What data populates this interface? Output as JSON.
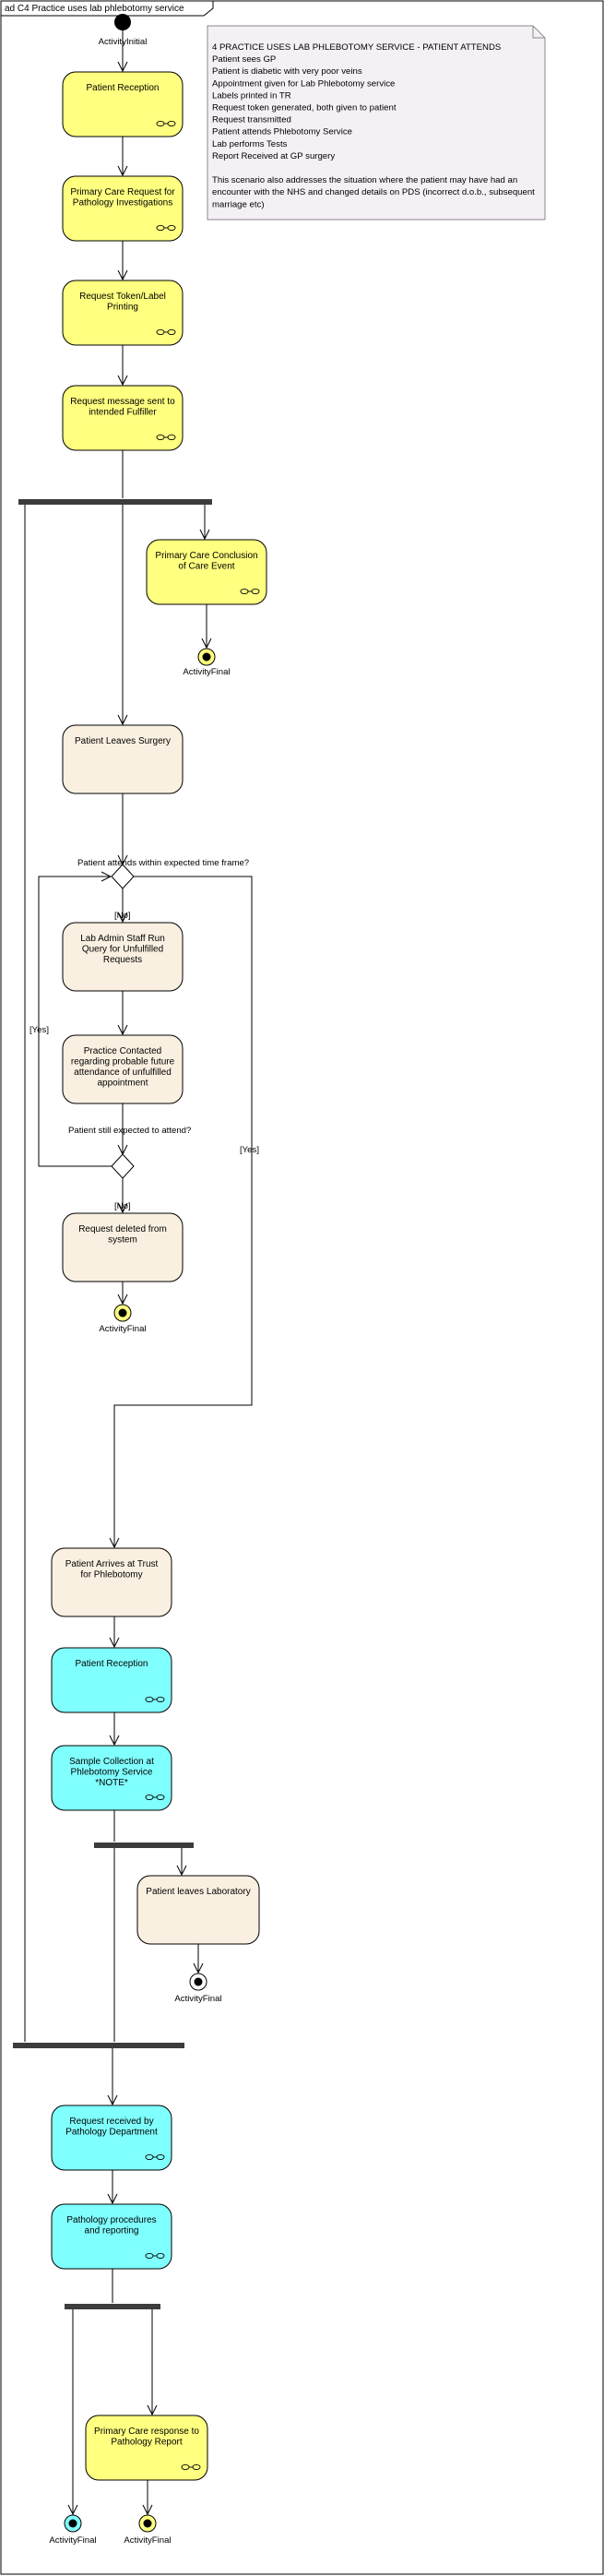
{
  "frame_title": "ad C4 Practice uses lab phlebotomy service",
  "note": {
    "lines": [
      "4 PRACTICE USES LAB PHLEBOTOMY SERVICE - PATIENT ATTENDS",
      "Patient sees GP",
      "Patient is diabetic with very poor veins",
      "Appointment given for Lab Phlebotomy service",
      "Labels printed in TR",
      "Request token generated, both given to patient",
      "Request transmitted",
      "Patient attends Phlebotomy Service",
      "Lab performs Tests",
      "Report Received at GP surgery",
      "",
      "This scenario also addresses the situation where the patient may have had an",
      "encounter with the NHS and changed details on PDS (incorrect d.o.b., subsequent",
      "marriage etc)"
    ]
  },
  "initial_label": "ActivityInitial",
  "final_label": "ActivityFinal",
  "colors": {
    "yellow": "#ffff80",
    "cyan": "#80ffff",
    "beige": "#faf0e1",
    "note": "#f5f0f5",
    "bar": "#3c3c3c"
  },
  "actions": {
    "patient_reception_1": {
      "lines": [
        "Patient Reception"
      ],
      "color": "yellow",
      "icon": "rake-icon"
    },
    "primary_care_request": {
      "lines": [
        "Primary Care Request for",
        "Pathology Investigations"
      ],
      "color": "yellow",
      "icon": "rake-icon"
    },
    "request_token": {
      "lines": [
        "Request Token/Label",
        "Printing"
      ],
      "color": "yellow",
      "icon": "rake-icon"
    },
    "request_message": {
      "lines": [
        "Request message sent to",
        "intended Fulfiller"
      ],
      "color": "yellow",
      "icon": "rake-icon"
    },
    "care_conclusion": {
      "lines": [
        "Primary Care Conclusion",
        "of Care Event"
      ],
      "color": "yellow",
      "icon": "rake-icon"
    },
    "patient_leaves_surgery": {
      "lines": [
        "Patient Leaves Surgery"
      ],
      "color": "beige"
    },
    "lab_admin": {
      "lines": [
        "Lab Admin Staff Run",
        "Query for Unfulfilled",
        "Requests"
      ],
      "color": "beige"
    },
    "practice_contacted": {
      "lines": [
        "Practice Contacted",
        "regarding probable future",
        "attendance of unfulfilled",
        "appointment"
      ],
      "color": "beige"
    },
    "request_deleted": {
      "lines": [
        "Request deleted from",
        "system"
      ],
      "color": "beige"
    },
    "patient_arrives": {
      "lines": [
        "Patient Arrives at Trust",
        "for Phlebotomy"
      ],
      "color": "beige"
    },
    "patient_reception_2": {
      "lines": [
        "Patient Reception"
      ],
      "color": "cyan",
      "icon": "rake-icon"
    },
    "sample_collection": {
      "lines": [
        "Sample Collection at",
        "Phlebotomy Service",
        "*NOTE*"
      ],
      "color": "cyan",
      "icon": "rake-icon"
    },
    "patient_leaves_lab": {
      "lines": [
        "Patient leaves Laboratory"
      ],
      "color": "beige"
    },
    "request_received": {
      "lines": [
        "Request received by",
        "Pathology Department"
      ],
      "color": "cyan",
      "icon": "rake-icon"
    },
    "pathology_procedures": {
      "lines": [
        "Pathology procedures",
        "and reporting"
      ],
      "color": "cyan",
      "icon": "rake-icon"
    },
    "primary_care_response": {
      "lines": [
        "Primary Care response to",
        "Pathology Report"
      ],
      "color": "yellow",
      "icon": "rake-icon"
    }
  },
  "decisions": {
    "attends_question": "Patient attends within expected time frame?",
    "still_expected_question": "Patient still expected to attend?",
    "no_label": "[No]",
    "yes_label": "[Yes]"
  }
}
